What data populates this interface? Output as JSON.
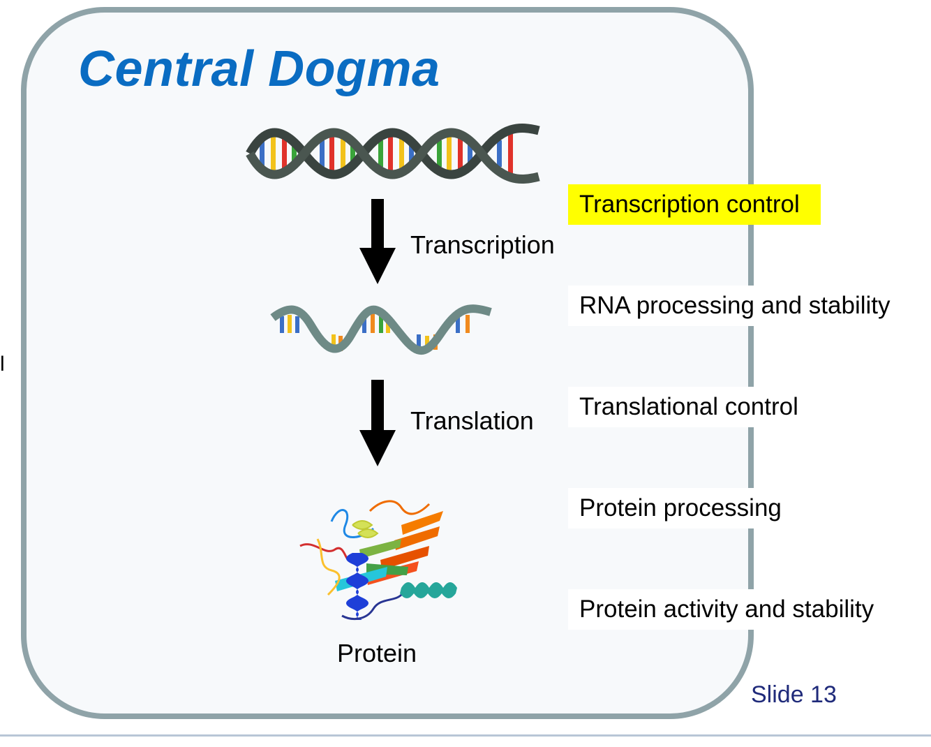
{
  "title": "Central Dogma",
  "edge_mark": "l",
  "diagram": {
    "steps": {
      "transcription": "Transcription",
      "translation": "Translation",
      "protein": "Protein"
    },
    "molecules": {
      "dna_icon": "dna-double-helix-icon",
      "rna_icon": "rna-strand-icon",
      "protein_icon": "protein-ribbon-structure-icon"
    }
  },
  "controls": [
    {
      "label": "Transcription control",
      "highlighted": true
    },
    {
      "label": "RNA processing and stability",
      "highlighted": false
    },
    {
      "label": "Translational control",
      "highlighted": false
    },
    {
      "label": "Protein processing",
      "highlighted": false
    },
    {
      "label": "Protein activity and stability",
      "highlighted": false
    }
  ],
  "slide_number": "Slide 13",
  "colors": {
    "title": "#0a6cc2",
    "frame_border": "#8fa3a8",
    "highlight": "#ffff00",
    "slide_number": "#1f2a7a",
    "dna_backbone": "#3a4440",
    "rna_backbone": "#6e8a86"
  }
}
